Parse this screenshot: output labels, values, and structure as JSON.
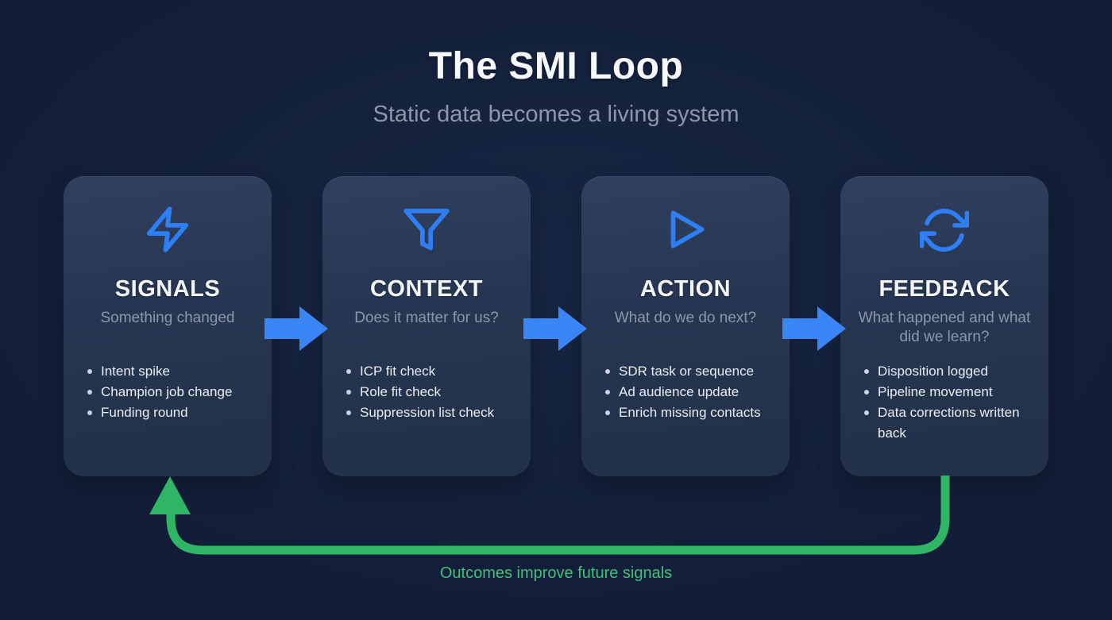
{
  "header": {
    "title": "The SMI Loop",
    "subtitle": "Static data becomes a living system"
  },
  "cards": [
    {
      "icon": "lightning-icon",
      "title": "SIGNALS",
      "subtitle": "Something changed",
      "bullets": [
        "Intent spike",
        "Champion job change",
        "Funding round"
      ]
    },
    {
      "icon": "funnel-icon",
      "title": "CONTEXT",
      "subtitle": "Does it matter for us?",
      "bullets": [
        "ICP fit check",
        "Role fit check",
        "Suppression list check"
      ]
    },
    {
      "icon": "play-icon",
      "title": "ACTION",
      "subtitle": "What do we do next?",
      "bullets": [
        "SDR task or sequence",
        "Ad audience update",
        "Enrich missing contacts"
      ]
    },
    {
      "icon": "refresh-icon",
      "title": "FEEDBACK",
      "subtitle": "What happened and what did we learn?",
      "bullets": [
        "Disposition logged",
        "Pipeline movement",
        "Data corrections written back"
      ]
    }
  ],
  "loop": {
    "label": "Outcomes improve future signals"
  },
  "colors": {
    "background": "#131f3a",
    "card_surface": "#273752",
    "accent_blue": "#2e7ef5",
    "arrow_blue": "#3b86f7",
    "loop_green": "#2fb563",
    "loop_label_green": "#40c175",
    "title_text": "#f6f8fb",
    "muted_text": "#8d97a9",
    "bullet_text": "#eaedf3"
  }
}
